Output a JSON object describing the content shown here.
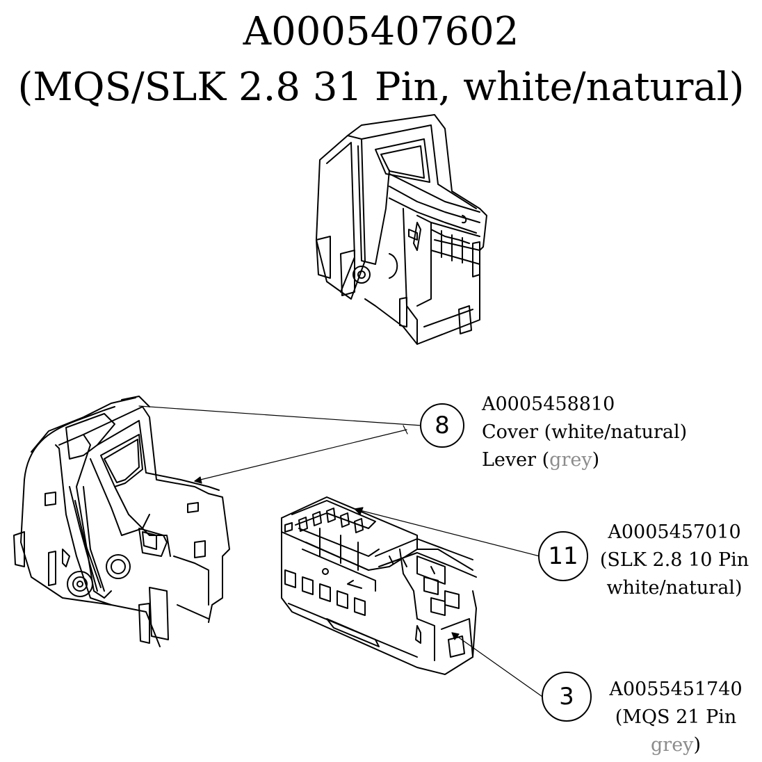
{
  "title": {
    "line1": "A0005407602",
    "line2": "(MQS/SLK 2.8  31  Pin, white/natural)"
  },
  "callouts": [
    {
      "number": "8",
      "part_number": "A0005458810",
      "line2": "Cover (white/natural)",
      "line3_prefix": "Lever (",
      "line3_grey": "grey",
      "line3_suffix": ")"
    },
    {
      "number": "11",
      "part_number": "A0005457010",
      "line2": "(SLK 2.8 10 Pin",
      "line3": "white/natural)"
    },
    {
      "number": "3",
      "part_number": "A0055451740",
      "line2": "(MQS  21 Pin",
      "line3_grey": "grey",
      "line3_suffix": ")"
    }
  ],
  "colors": {
    "grey_text": "#8c8c8c",
    "line": "#000000"
  }
}
